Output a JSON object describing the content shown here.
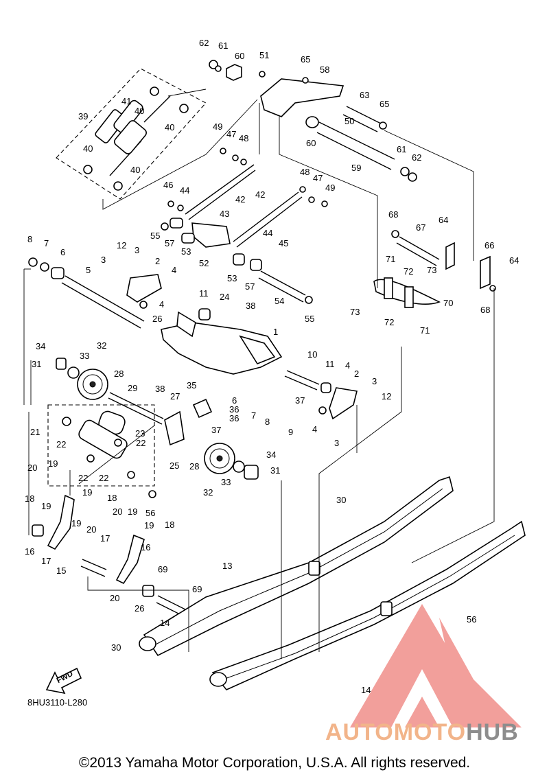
{
  "diagram": {
    "drawing_code": "8HU3110-L280",
    "fwd_marker": "FWD",
    "copyright": "©2013 Yamaha Motor Corporation, U.S.A. All rights reserved.",
    "watermark": {
      "part1": "AUTO",
      "part2": "MOTO",
      "part3": "HUB",
      "colors": {
        "logo_red": "#f08f8a",
        "auto_orange": "#f2b48a",
        "hub_gray": "#8d8d8d"
      }
    },
    "callouts": [
      "62",
      "61",
      "60",
      "51",
      "65",
      "58",
      "63",
      "65",
      "50",
      "60",
      "59",
      "61",
      "62",
      "39",
      "41",
      "40",
      "40",
      "40",
      "40",
      "49",
      "47",
      "48",
      "48",
      "47",
      "49",
      "46",
      "44",
      "42",
      "42",
      "43",
      "55",
      "57",
      "53",
      "52",
      "44",
      "45",
      "53",
      "57",
      "54",
      "55",
      "68",
      "67",
      "64",
      "66",
      "64",
      "71",
      "72",
      "73",
      "73",
      "70",
      "72",
      "71",
      "68",
      "8",
      "7",
      "6",
      "12",
      "3",
      "2",
      "3",
      "4",
      "5",
      "4",
      "11",
      "24",
      "38",
      "26",
      "1",
      "34",
      "32",
      "31",
      "33",
      "28",
      "10",
      "11",
      "4",
      "2",
      "3",
      "12",
      "37",
      "6",
      "7",
      "8",
      "9",
      "4",
      "3",
      "29",
      "38",
      "27",
      "35",
      "36",
      "36",
      "37",
      "21",
      "23",
      "22",
      "22",
      "22",
      "22",
      "25",
      "28",
      "34",
      "31",
      "33",
      "32",
      "20",
      "19",
      "18",
      "19",
      "19",
      "16",
      "17",
      "15",
      "19",
      "20",
      "19",
      "18",
      "20",
      "19",
      "18",
      "17",
      "16",
      "20",
      "26",
      "69",
      "56",
      "30",
      "13",
      "69",
      "14",
      "56",
      "30",
      "14"
    ]
  }
}
